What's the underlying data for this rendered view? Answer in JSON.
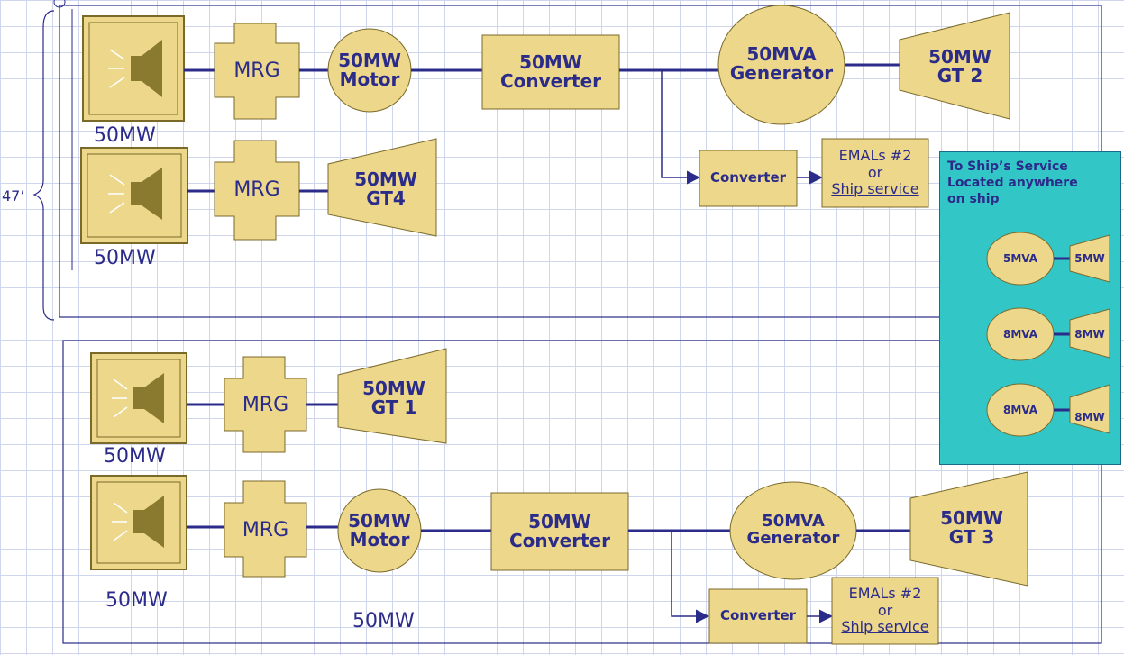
{
  "dimension": "47’",
  "units": {
    "top": [
      {
        "speaker_label": "50MW",
        "mrg": "MRG",
        "motor": [
          "50MW",
          "Motor"
        ],
        "converter": [
          "50MW",
          "Converter"
        ],
        "generator": [
          "50MVA",
          "Generator"
        ],
        "gt": [
          "50MW",
          "GT 2"
        ],
        "small_converter": "Converter",
        "emals": [
          "EMALs #2",
          "or",
          "Ship service"
        ]
      },
      {
        "speaker_label": "50MW",
        "mrg": "MRG",
        "gt": [
          "50MW",
          "GT4"
        ]
      }
    ],
    "bottom": [
      {
        "speaker_label": "50MW",
        "mrg": "MRG",
        "gt": [
          "50MW",
          "GT 1"
        ]
      },
      {
        "speaker_label": "50MW",
        "mrg": "MRG",
        "motor": [
          "50MW",
          "Motor"
        ],
        "motor_below_label": "50MW",
        "converter": [
          "50MW",
          "Converter"
        ],
        "generator": [
          "50MVA",
          "Generator"
        ],
        "gt": [
          "50MW",
          "GT 3"
        ],
        "small_converter": "Converter",
        "emals": [
          "EMALs #2",
          "or",
          "Ship service"
        ]
      }
    ]
  },
  "ship_service": {
    "title": [
      "To Ship’s Service",
      "Located anywhere",
      "on ship"
    ],
    "sets": [
      {
        "generator": "5MVA",
        "turbine": "5MW"
      },
      {
        "generator": "8MVA",
        "turbine": "8MW"
      },
      {
        "generator": "8MVA",
        "turbine": "8MW"
      }
    ]
  },
  "colors": {
    "fill": "#ecd78a",
    "stroke": "#7a6a2a",
    "line": "#2b2b8a",
    "text": "#2b2b8a",
    "teal": "#33c6c6"
  }
}
